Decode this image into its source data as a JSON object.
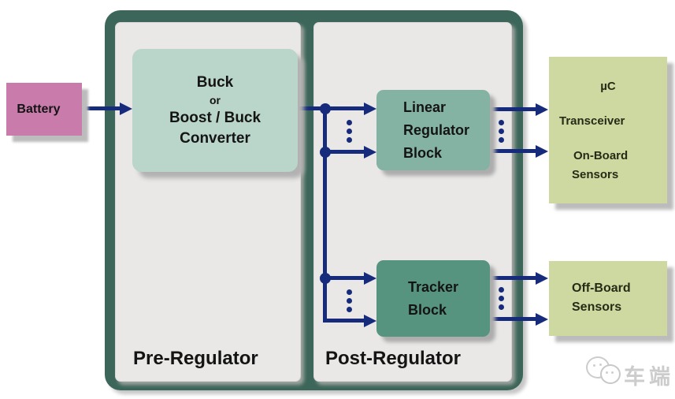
{
  "colors": {
    "container_green": "#3c665a",
    "panel_gray": "#eae8e6",
    "converter_mint": "#bad5ca",
    "linear_block_teal": "#85b3a3",
    "tracker_block_teal": "#579480",
    "load_box_yellow_green": "#ced9a2",
    "battery_pink": "#c97cab",
    "arrow_navy": "#162b7c"
  },
  "sections": {
    "pre_regulator": {
      "label": "Pre-Regulator"
    },
    "post_regulator": {
      "label": "Post-Regulator"
    }
  },
  "blocks": {
    "battery": {
      "label": "Battery"
    },
    "converter": {
      "lines": [
        "Buck",
        "or",
        "Boost / Buck",
        "Converter"
      ]
    },
    "linear_regulator": {
      "lines": [
        "Linear",
        "Regulator",
        "Block"
      ]
    },
    "tracker": {
      "lines": [
        "Tracker",
        "Block"
      ]
    },
    "onboard_loads": {
      "lines": [
        "µC",
        "Transceiver",
        "On-Board",
        "Sensors"
      ]
    },
    "offboard_sensors": {
      "lines": [
        "Off-Board",
        "Sensors"
      ]
    }
  },
  "watermark": {
    "icon": "wechat-icon",
    "text": "车端"
  }
}
